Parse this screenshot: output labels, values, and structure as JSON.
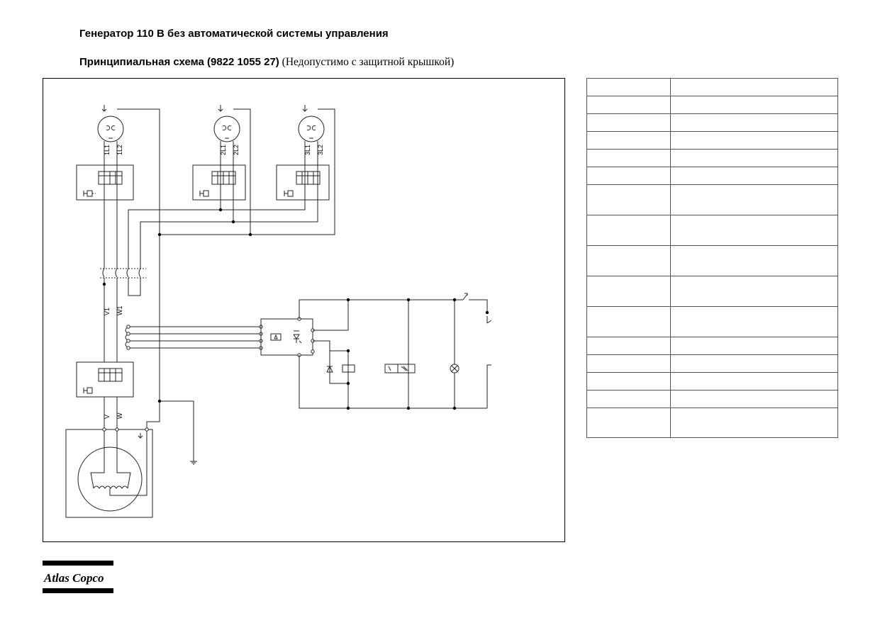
{
  "header": {
    "title": "Генератор 110 В без автоматической системы управления",
    "subtitle_bold": "Принципиальная схема (9822 1055 27)",
    "subtitle_note": " (Недопустимо с защитной крышкой)"
  },
  "diagram": {
    "socket_labels": [
      {
        "a": "1L1",
        "b": "1L2"
      },
      {
        "a": "2L1",
        "b": "2L2"
      },
      {
        "a": "3L1",
        "b": "3L2"
      }
    ],
    "bus_labels": {
      "a": "V1",
      "b": "W1"
    },
    "gen_labels": {
      "a": "V",
      "b": "W"
    }
  },
  "legend": {
    "rows": [
      {
        "h": 25
      },
      {
        "h": 25
      },
      {
        "h": 25
      },
      {
        "h": 25
      },
      {
        "h": 25
      },
      {
        "h": 25
      },
      {
        "h": 43
      },
      {
        "h": 43
      },
      {
        "h": 43
      },
      {
        "h": 43
      },
      {
        "h": 43
      },
      {
        "h": 25
      },
      {
        "h": 25
      },
      {
        "h": 25
      },
      {
        "h": 25
      },
      {
        "h": 42
      }
    ]
  },
  "logo": {
    "text": "Atlas Copco"
  }
}
